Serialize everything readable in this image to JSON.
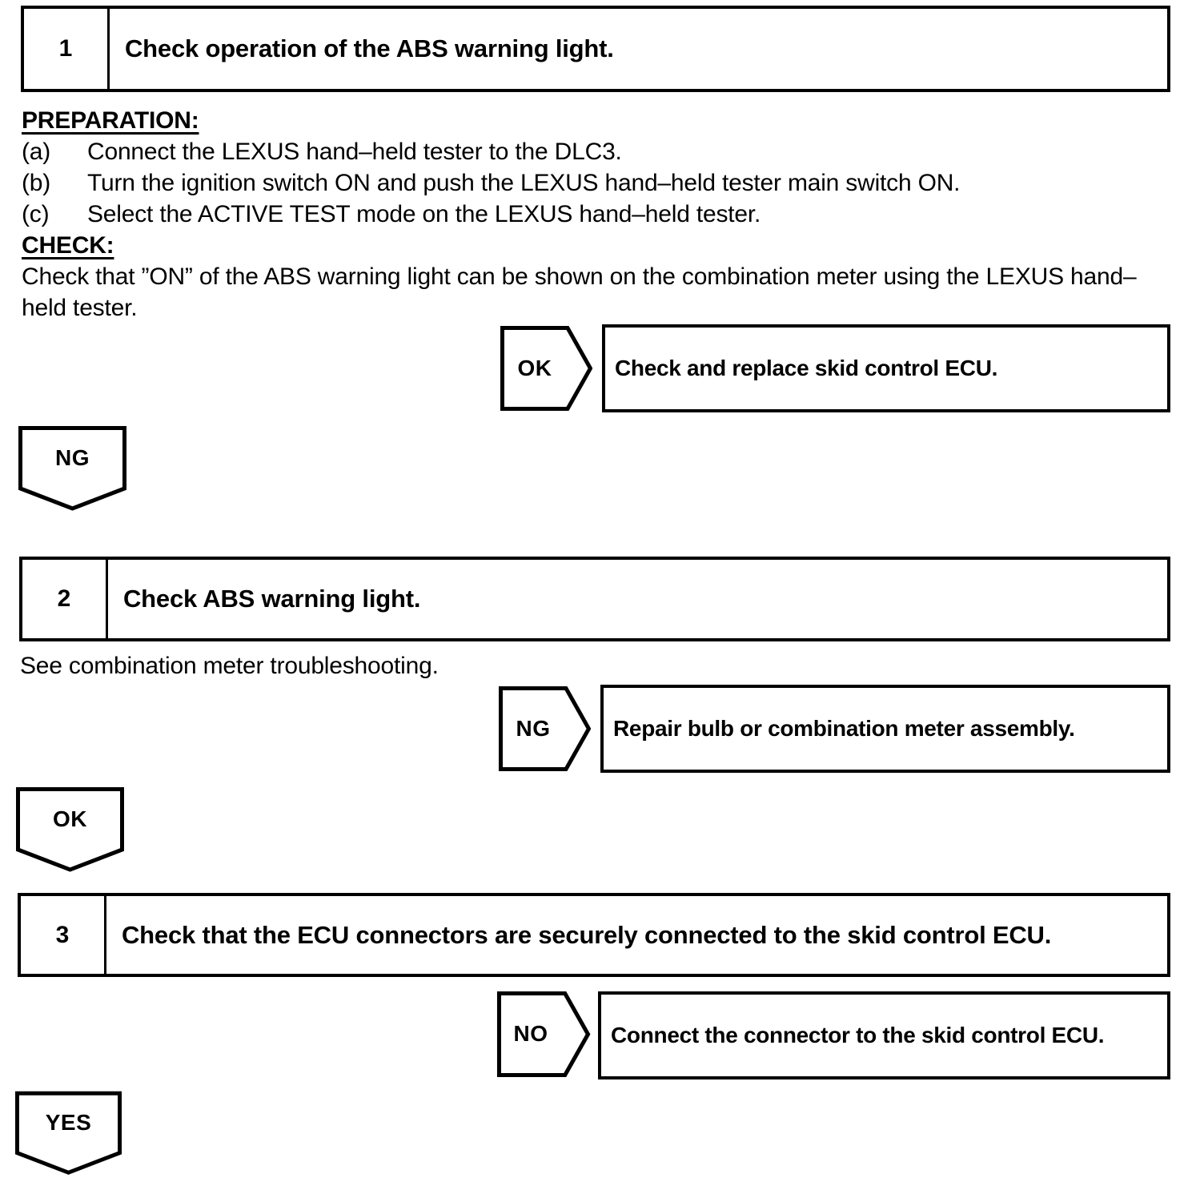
{
  "steps": [
    {
      "number": "1",
      "title": "Check operation of the ABS warning light."
    },
    {
      "number": "2",
      "title": "Check ABS warning light."
    },
    {
      "number": "3",
      "title": "Check that the ECU connectors are securely connected to the skid control ECU."
    }
  ],
  "step1": {
    "preparation_heading": "PREPARATION:",
    "preparation_items": [
      {
        "label": "(a)",
        "text": "Connect the LEXUS hand–held tester to the DLC3."
      },
      {
        "label": "(b)",
        "text": "Turn the ignition switch ON and push the LEXUS hand–held tester main switch ON."
      },
      {
        "label": "(c)",
        "text": "Select the ACTIVE TEST mode on the LEXUS hand–held tester."
      }
    ],
    "check_heading": "CHECK:",
    "check_lines": [
      "Check that ”ON” of the ABS warning light can be shown on the combination meter using the LEXUS hand–",
      "held tester."
    ]
  },
  "step2": {
    "note": "See combination meter troubleshooting."
  },
  "connectors": {
    "step1_result": "OK",
    "step1_continue": "NG",
    "step2_result": "NG",
    "step2_continue": "OK",
    "step3_result": "NO",
    "step3_continue": "YES"
  },
  "results": [
    {
      "text": "Check and replace skid control ECU."
    },
    {
      "text": "Repair bulb or combination meter assembly."
    },
    {
      "text": "Connect the connector to the skid control ECU."
    }
  ],
  "colors": {
    "ink": "#000000",
    "paper": "#ffffff"
  }
}
